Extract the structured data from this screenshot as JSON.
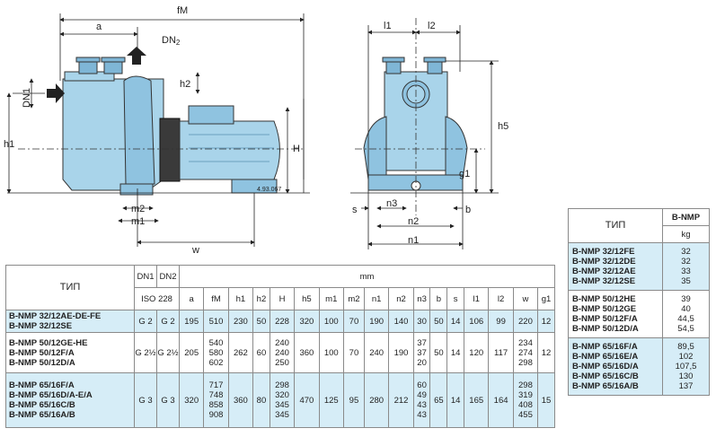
{
  "drawing": {
    "dims": {
      "fM": "fM",
      "a": "a",
      "DN2": "DN",
      "DN2_sub": "2",
      "DN1": "DN1",
      "h2": "h2",
      "h1": "h1",
      "H": "H",
      "m2": "m2",
      "m1": "m1",
      "w": "w",
      "code": "4.93.067",
      "l1": "l1",
      "l2": "l2",
      "h5": "h5",
      "g1": "g1",
      "s": "s",
      "n3": "n3",
      "b": "b",
      "n2": "n2",
      "n1": "n1"
    }
  },
  "main_table": {
    "header": {
      "tip": "ТИП",
      "dn1": "DN1",
      "dn2": "DN2",
      "iso": "ISO 228",
      "mm": "mm",
      "cols": [
        "a",
        "fM",
        "h1",
        "h2",
        "H",
        "h5",
        "m1",
        "m2",
        "n1",
        "n2",
        "n3",
        "b",
        "s",
        "l1",
        "l2",
        "w",
        "g1"
      ]
    },
    "groups": [
      {
        "models": [
          "B-NMP 32/12AE-DE-FE",
          "B-NMP 32/12SE"
        ],
        "dn1": "G 2",
        "dn2": "G 2",
        "a": "195",
        "fM": [
          "510"
        ],
        "h1": "230",
        "h2": "50",
        "H": [
          "228"
        ],
        "h5": "320",
        "m1": "100",
        "m2": "70",
        "n1": "190",
        "n2": "140",
        "n3": [
          "30"
        ],
        "b": "50",
        "s": "14",
        "l1": "106",
        "l2": "99",
        "w": [
          "220"
        ],
        "g1": "12"
      },
      {
        "models": [
          "B-NMP 50/12GE-HE",
          "B-NMP 50/12F/A",
          "B-NMP 50/12D/A"
        ],
        "dn1": "G 2½",
        "dn2": "G 2½",
        "a": "205",
        "fM": [
          "540",
          "580",
          "602"
        ],
        "h1": "262",
        "h2": "60",
        "H": [
          "240",
          "240",
          "250"
        ],
        "h5": "360",
        "m1": "100",
        "m2": "70",
        "n1": "240",
        "n2": "190",
        "n3": [
          "37",
          "37",
          "20"
        ],
        "b": "50",
        "s": "14",
        "l1": "120",
        "l2": "117",
        "w": [
          "234",
          "274",
          "298"
        ],
        "g1": "12"
      },
      {
        "models": [
          "B-NMP 65/16F/A",
          "B-NMP 65/16D/A-E/A",
          "B-NMP 65/16C/B",
          "B-NMP 65/16A/B"
        ],
        "dn1": "G 3",
        "dn2": "G 3",
        "a": "320",
        "fM": [
          "717",
          "748",
          "858",
          "908"
        ],
        "h1": "360",
        "h2": "80",
        "H": [
          "298",
          "320",
          "345",
          "345"
        ],
        "h5": "470",
        "m1": "125",
        "m2": "95",
        "n1": "280",
        "n2": "212",
        "n3": [
          "60",
          "49",
          "43",
          "43"
        ],
        "b": "65",
        "s": "14",
        "l1": "165",
        "l2": "164",
        "w": [
          "298",
          "319",
          "408",
          "455"
        ],
        "g1": "15"
      }
    ]
  },
  "weight_table": {
    "tip": "ТИП",
    "col": "B-NMP",
    "unit": "kg",
    "groups": [
      [
        [
          "B-NMP 32/12FE",
          "32"
        ],
        [
          "B-NMP 32/12DE",
          "32"
        ],
        [
          "B-NMP 32/12AE",
          "33"
        ],
        [
          "B-NMP 32/12SE",
          "35"
        ]
      ],
      [
        [
          "B-NMP 50/12HE",
          "39"
        ],
        [
          "B-NMP 50/12GE",
          "40"
        ],
        [
          "B-NMP 50/12F/A",
          "44,5"
        ],
        [
          "B-NMP 50/12D/A",
          "54,5"
        ]
      ],
      [
        [
          "B-NMP 65/16F/A",
          "89,5"
        ],
        [
          "B-NMP 65/16E/A",
          "102"
        ],
        [
          "B-NMP 65/16D/A",
          "107,5"
        ],
        [
          "B-NMP 65/16C/B",
          "130"
        ],
        [
          "B-NMP 65/16A/B",
          "137"
        ]
      ]
    ]
  },
  "colors": {
    "pump_body": "#a9d4ea",
    "pump_dark": "#6a9fbf",
    "row_highlight": "#d6edf7",
    "arrow": "#222222"
  }
}
